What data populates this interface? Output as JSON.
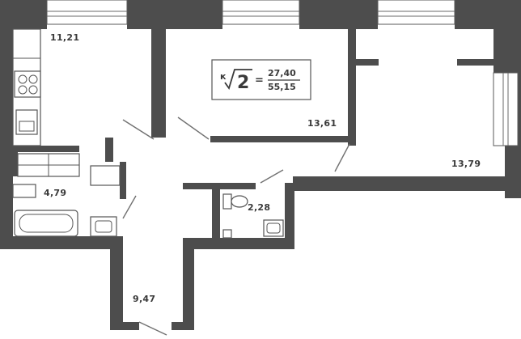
{
  "badge": {
    "letter": "к",
    "rooms": "2",
    "equals": "=",
    "living_area": "27,40",
    "total_area": "55,15"
  },
  "rooms": [
    {
      "name": "room-kitchen",
      "area": "11,21"
    },
    {
      "name": "room-bedroom",
      "area": "13,61"
    },
    {
      "name": "room-living",
      "area": "13,79"
    },
    {
      "name": "room-bathroom",
      "area": "4,79"
    },
    {
      "name": "room-toilet",
      "area": "2,28"
    },
    {
      "name": "room-hallway",
      "area": "9,47"
    }
  ],
  "colors": {
    "wall": "#4d4d4d",
    "background": "#ffffff",
    "text": "#3a3a3a"
  }
}
